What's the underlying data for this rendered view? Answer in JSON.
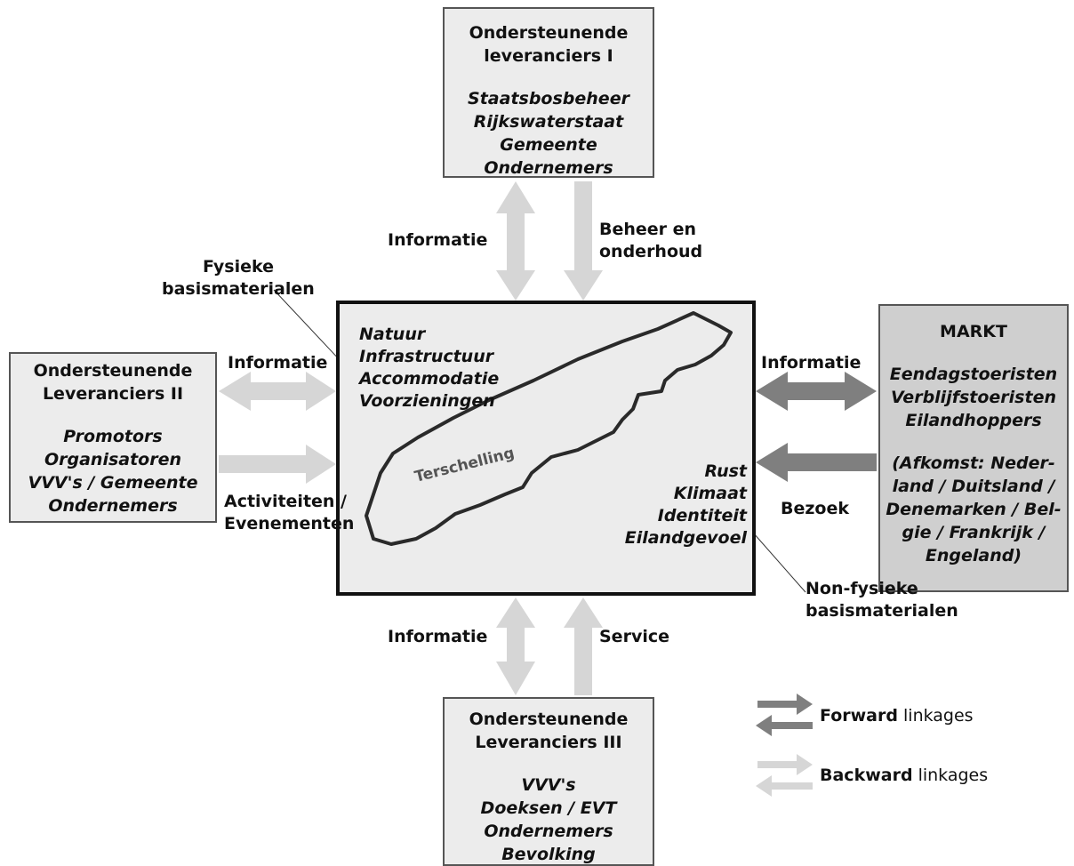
{
  "top_box": {
    "title": [
      "Ondersteunende",
      "leveranciers I"
    ],
    "items": [
      "Staatsbosbeheer",
      "Rijkswaterstaat",
      "Gemeente",
      "Ondernemers"
    ]
  },
  "left_box": {
    "title": [
      "Ondersteunende",
      "Leveranciers II"
    ],
    "items": [
      "Promotors",
      "Organisatoren",
      "VVV's / Gemeente",
      "Ondernemers"
    ]
  },
  "right_box": {
    "title": [
      "MARKT"
    ],
    "items": [
      "Eendagstoeristen",
      "Verblijfstoeristen",
      "Eilandhoppers"
    ],
    "origin": [
      "(Afkomst: Neder-",
      "land / Duitsland /",
      "Denemarken / Bel-",
      "gie / Frankrijk /",
      "Engeland)"
    ]
  },
  "bottom_box": {
    "title": [
      "Ondersteunende",
      "Leveranciers III"
    ],
    "items": [
      "VVV's",
      "Doeksen / EVT",
      "Ondernemers",
      "Bevolking"
    ]
  },
  "center": {
    "physical": [
      "Natuur",
      "Infrastructuur",
      "Accommodatie",
      "Voorzieningen"
    ],
    "non_physical": [
      "Rust",
      "Klimaat",
      "Identiteit",
      "Eilandgevoel"
    ],
    "island": "Terschelling"
  },
  "labels": {
    "top_left": "Informatie",
    "top_right": [
      "Beheer en",
      "onderhoud"
    ],
    "left_top": "Informatie",
    "left_bottom": [
      "Activiteiten /",
      "Evenementen"
    ],
    "right_top": "Informatie",
    "right_bottom": "Bezoek",
    "bottom_left": "Informatie",
    "bottom_right": "Service",
    "physical_note": [
      "Fysieke",
      "basismaterialen"
    ],
    "nonphysical_note": [
      "Non-fysieke",
      "basismaterialen"
    ]
  },
  "legend": {
    "forward": {
      "bold": "Forward",
      "rest": " linkages"
    },
    "backward": {
      "bold": "Backward",
      "rest": " linkages"
    }
  },
  "colors": {
    "forward": "#7f7f7f",
    "backward": "#d6d6d6",
    "box": "#ececec",
    "market": "#cfcfcf"
  }
}
